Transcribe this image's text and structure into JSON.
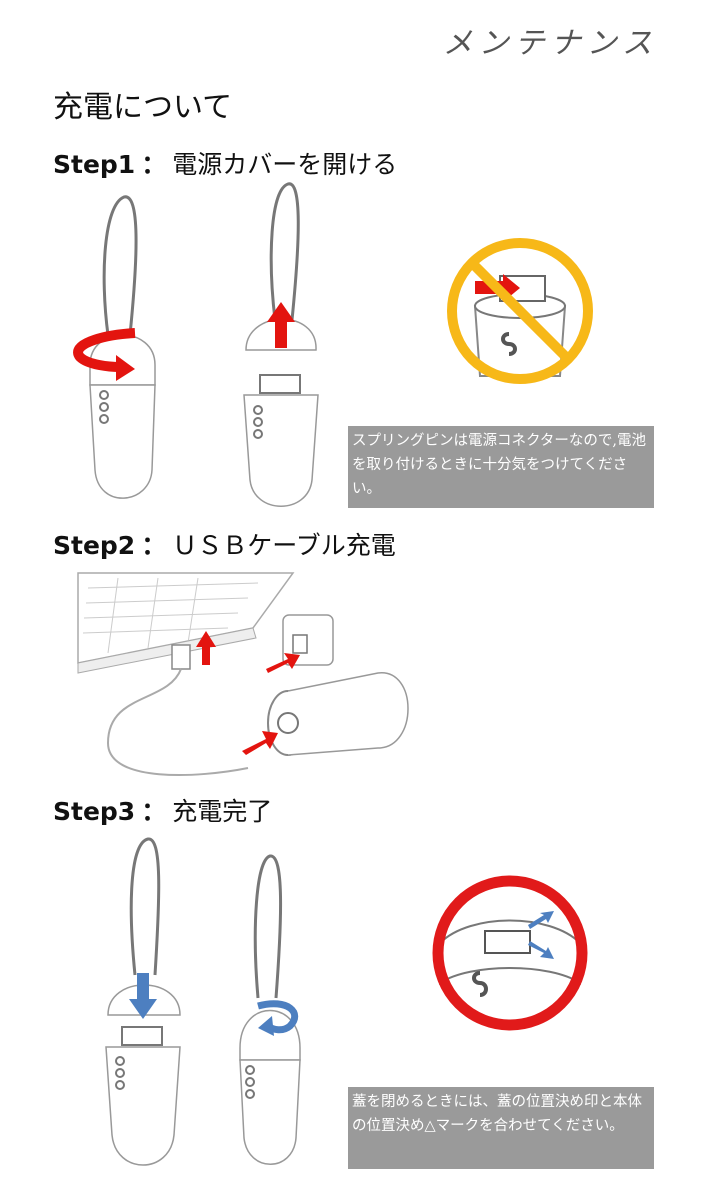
{
  "header": {
    "title": "メンテナンス"
  },
  "section": {
    "title": "充電について"
  },
  "steps": [
    {
      "label": "Step1",
      "separator": "：",
      "text": "電源カバーを開ける"
    },
    {
      "label": "Step2",
      "separator": "：",
      "text": "ＵＳＢケーブル充電"
    },
    {
      "label": "Step3",
      "separator": "：",
      "text": "充電完了"
    }
  ],
  "notes": {
    "step1": "スプリングピンは電源コネクターなので,電池を取り付けるときに十分気をつけてください。",
    "step3": "蓋を閉めるときには、蓋の位置決め印と本体の位置決め△マークを合わせてください。"
  },
  "colors": {
    "arrow_red": "#e3140f",
    "arrow_blue": "#4d7fc0",
    "prohibit_ring": "#f7b818",
    "ok_ring": "#e11a1a",
    "note_bg": "#9a9a9a"
  },
  "icons": [
    "rotate-arrow-icon",
    "up-arrow-icon",
    "prohibit-icon",
    "down-arrow-icon",
    "ring-highlight-icon"
  ]
}
